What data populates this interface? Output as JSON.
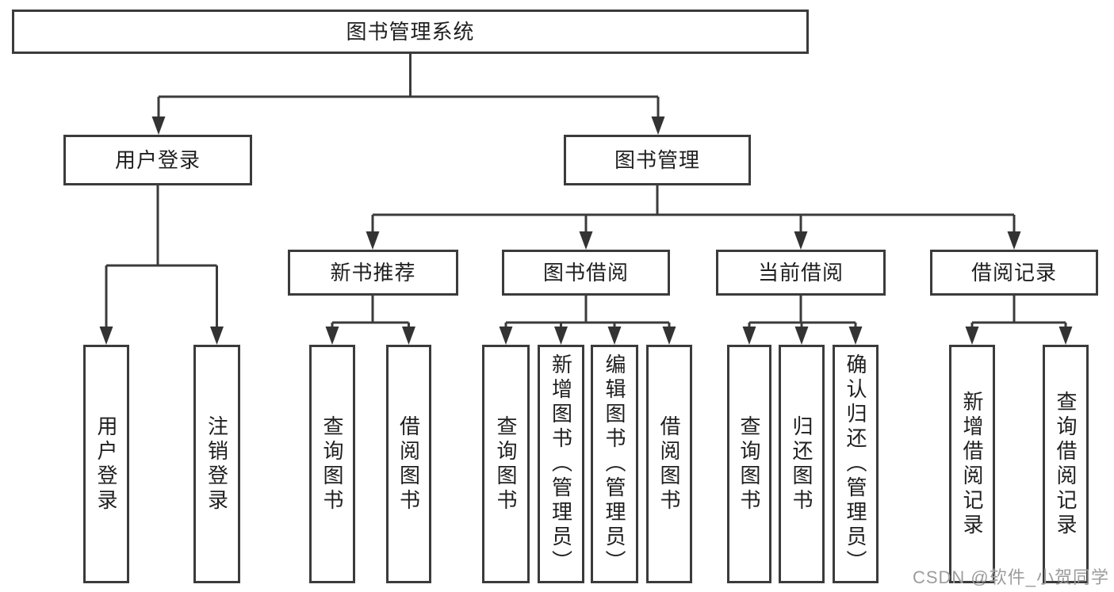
{
  "tree": {
    "label": "图书管理系统",
    "children": [
      {
        "label": "用户登录",
        "children": [
          {
            "label": "用户登录"
          },
          {
            "label": "注销登录"
          }
        ]
      },
      {
        "label": "图书管理",
        "children": [
          {
            "label": "新书推荐",
            "children": [
              {
                "label": "查询图书"
              },
              {
                "label": "借阅图书"
              }
            ]
          },
          {
            "label": "图书借阅",
            "children": [
              {
                "label": "查询图书"
              },
              {
                "label": "新增图书（管理员）"
              },
              {
                "label": "编辑图书（管理员）"
              },
              {
                "label": "借阅图书"
              }
            ]
          },
          {
            "label": "当前借阅",
            "children": [
              {
                "label": "查询图书"
              },
              {
                "label": "归还图书"
              },
              {
                "label": "确认归还（管理员）"
              }
            ]
          },
          {
            "label": "借阅记录",
            "children": [
              {
                "label": "新增借阅记录"
              },
              {
                "label": "查询借阅记录"
              }
            ]
          }
        ]
      }
    ]
  },
  "watermark": {
    "text": "CSDN @软件_小贺同学"
  },
  "colors": {
    "line": "#3b3b3b",
    "text": "#1f1f1f",
    "watermark": "#9c9c9c",
    "background": "#ffffff"
  }
}
